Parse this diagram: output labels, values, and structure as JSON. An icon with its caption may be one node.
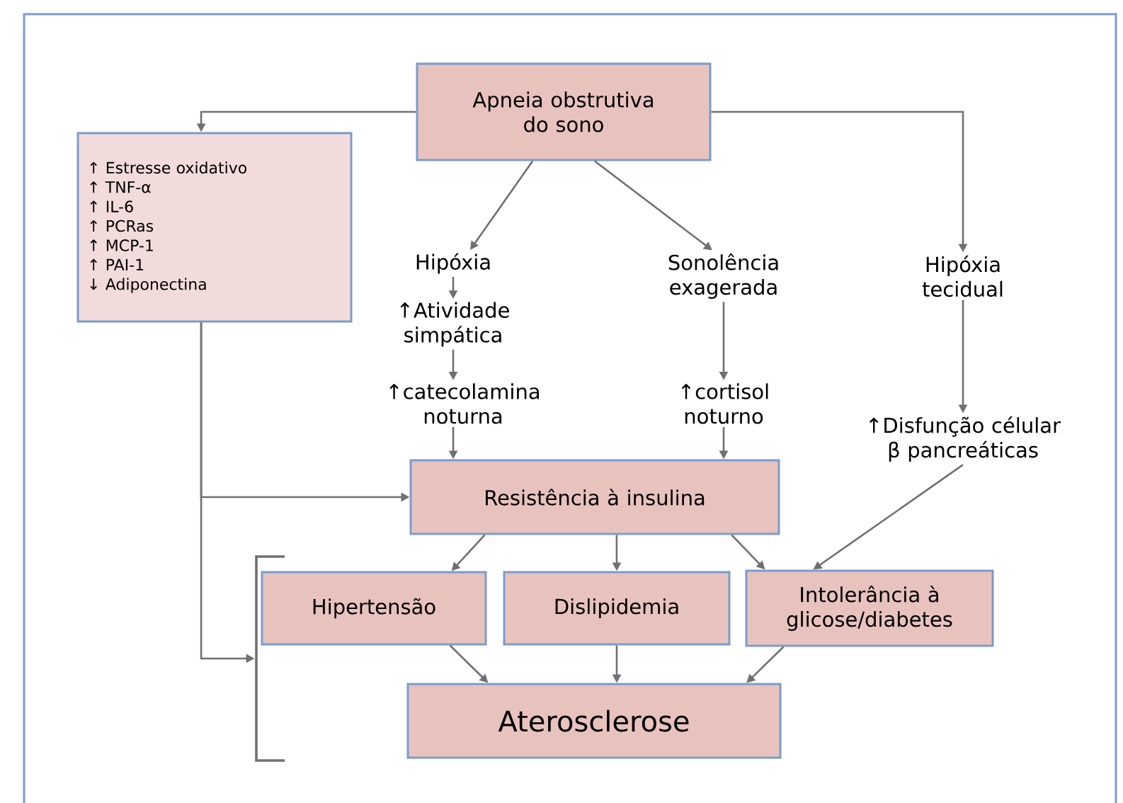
{
  "diagram": {
    "nodes": [
      {
        "text": [
          "Apneia obstrutiva do sono"
        ]
      },
      {
        "text": [
          "↑ Estresse oxidativo",
          "↑ TNF-α",
          "↑ IL-6",
          "↑ PCRas",
          "↑ MCP-1",
          "↑ PAI-1",
          "↓ Adiponectina"
        ]
      },
      {
        "text": [
          "Hipóxia"
        ]
      },
      {
        "text": [
          "↑Atividade simpática"
        ]
      },
      {
        "text": [
          "↑catecolamina noturna"
        ]
      },
      {
        "text": [
          "Sonolência exagerada"
        ]
      },
      {
        "text": [
          "↑cortisol noturno"
        ]
      },
      {
        "text": [
          "Hipóxia tecidual"
        ]
      },
      {
        "text": [
          "↑Disfunção célular β pancreáticas"
        ]
      },
      {
        "text": [
          "Resistência à insulina"
        ]
      },
      {
        "text": [],
        "shape": "bracket"
      },
      {
        "text": [
          "Hipertensão"
        ]
      },
      {
        "text": [
          "Dislipidemia"
        ]
      },
      {
        "text": [
          "Intolerância à glicose/diabetes"
        ]
      },
      {
        "text": [
          "Aterosclerose"
        ]
      }
    ],
    "edges": [
      {
        "from": 0,
        "to": 1,
        "arrow": "to"
      },
      {
        "from": 0,
        "to": 2,
        "arrow": "to"
      },
      {
        "from": 0,
        "to": 5,
        "arrow": "to"
      },
      {
        "from": 0,
        "to": 7,
        "arrow": "to"
      },
      {
        "from": 2,
        "to": 3,
        "arrow": "to"
      },
      {
        "from": 3,
        "to": 4,
        "arrow": "to"
      },
      {
        "from": 4,
        "to": 9,
        "arrow": "to"
      },
      {
        "from": 5,
        "to": 6,
        "arrow": "to"
      },
      {
        "from": 6,
        "to": 9,
        "arrow": "to"
      },
      {
        "from": 7,
        "to": 8,
        "arrow": "to"
      },
      {
        "from": 8,
        "to": 13,
        "arrow": "to"
      },
      {
        "from": 1,
        "to": 9,
        "arrow": "to"
      },
      {
        "from": 1,
        "to": 10,
        "arrow": "to"
      },
      {
        "from": 9,
        "to": 11,
        "arrow": "to"
      },
      {
        "from": 9,
        "to": 12,
        "arrow": "to"
      },
      {
        "from": 9,
        "to": 13,
        "arrow": "to"
      },
      {
        "from": 11,
        "to": 14,
        "arrow": "to"
      },
      {
        "from": 12,
        "to": 14,
        "arrow": "to"
      },
      {
        "from": 13,
        "to": 14,
        "arrow": "to"
      }
    ]
  }
}
